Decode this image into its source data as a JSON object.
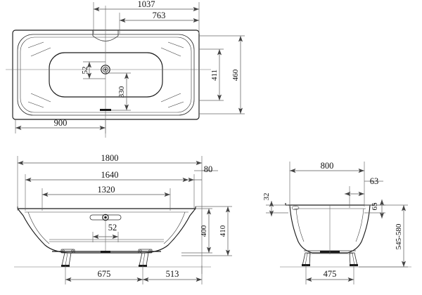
{
  "document": {
    "type": "technical-drawing",
    "subject": "Rectangular double-ended bathtub",
    "units": "mm",
    "background_color": "#ffffff",
    "line_color": "#1a1a1a",
    "dimension_color": "#555555"
  },
  "views": {
    "top": {
      "name": "Top view / plan",
      "dimensions": {
        "tap_hole_from_left": "1037",
        "overflow_from_left": "763",
        "drain_offset_small": "52",
        "drain_from_bottom": "330",
        "waste_from_left": "900",
        "inner_width": "411",
        "outer_width": "460"
      }
    },
    "front": {
      "name": "Front elevation / long side",
      "dimensions": {
        "overall_length": "1800",
        "rim_inner_length": "1640",
        "base_length": "1320",
        "rim_overhang": "80",
        "waste_offset": "52",
        "body_height": "400",
        "overall_height": "410",
        "foot_left_spacing": "675",
        "foot_right_spacing": "513"
      }
    },
    "side": {
      "name": "Side elevation / short side",
      "dimensions": {
        "overall_width": "800",
        "rim_edge_offset": "63",
        "rim_thickness": "32",
        "rim_depth": "65",
        "adjustable_height": "545-580",
        "foot_spacing": "475"
      }
    }
  },
  "labels": {
    "t_1037": "1037",
    "t_763": "763",
    "t_52": "52",
    "t_330": "330",
    "t_900": "900",
    "t_411": "411",
    "t_460": "460",
    "f_1800": "1800",
    "f_1640": "1640",
    "f_1320": "1320",
    "f_80": "80",
    "f_52": "52",
    "f_400": "400",
    "f_410": "410",
    "f_675": "675",
    "f_513": "513",
    "s_800": "800",
    "s_63": "63",
    "s_32": "32",
    "s_65": "65",
    "s_545580": "545-580",
    "s_475": "475"
  }
}
